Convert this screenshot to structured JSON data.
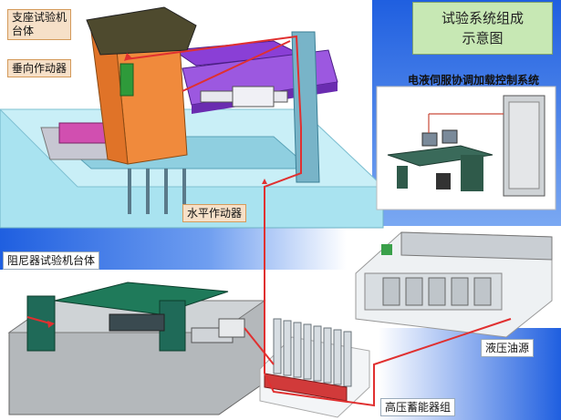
{
  "title": {
    "line1": "试验系统组成",
    "line2": "示意图"
  },
  "labels": {
    "support_base": [
      "支座试验机",
      "台体"
    ],
    "vertical_actuator": "垂向作动器",
    "horizontal_actuator": "水平作动器",
    "control_system": "电液伺服协调加载控制系统",
    "damper_base": "阻尼器试验机台体",
    "hydraulic_source": "液压油源",
    "accumulator": "高压蓄能器组"
  },
  "colors": {
    "accent_blue": "#1f5fe0",
    "pool": "#a9e3f0",
    "frame_orange": "#f08a3c",
    "beam_purple": "#8a3fd6",
    "cable_red": "#e03030",
    "title_green": "#c7e8b4"
  }
}
